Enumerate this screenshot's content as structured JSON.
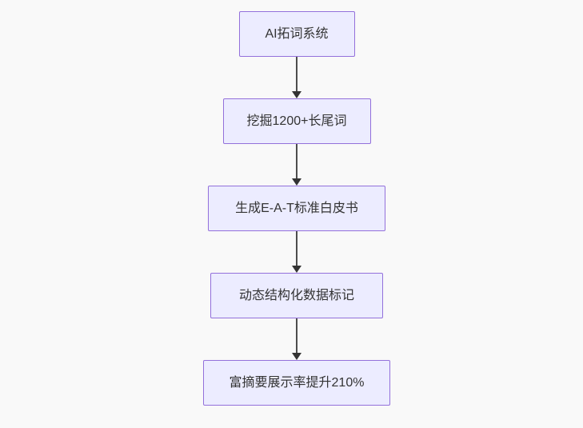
{
  "diagram": {
    "type": "flowchart-vertical",
    "background_color": "#f9f9f9",
    "node_fill_color": "#ECECFF",
    "node_border_color": "#9370DB",
    "node_text_color": "#333333",
    "arrow_color": "#333333",
    "nodes": [
      {
        "id": "node-1",
        "label": "AI拓词系统"
      },
      {
        "id": "node-2",
        "label": "挖掘1200+长尾词"
      },
      {
        "id": "node-3",
        "label": "生成E-A-T标准白皮书"
      },
      {
        "id": "node-4",
        "label": "动态结构化数据标记"
      },
      {
        "id": "node-5",
        "label": "富摘要展示率提升210%"
      }
    ],
    "edges": [
      {
        "from": "node-1",
        "to": "node-2"
      },
      {
        "from": "node-2",
        "to": "node-3"
      },
      {
        "from": "node-3",
        "to": "node-4"
      },
      {
        "from": "node-4",
        "to": "node-5"
      }
    ]
  }
}
